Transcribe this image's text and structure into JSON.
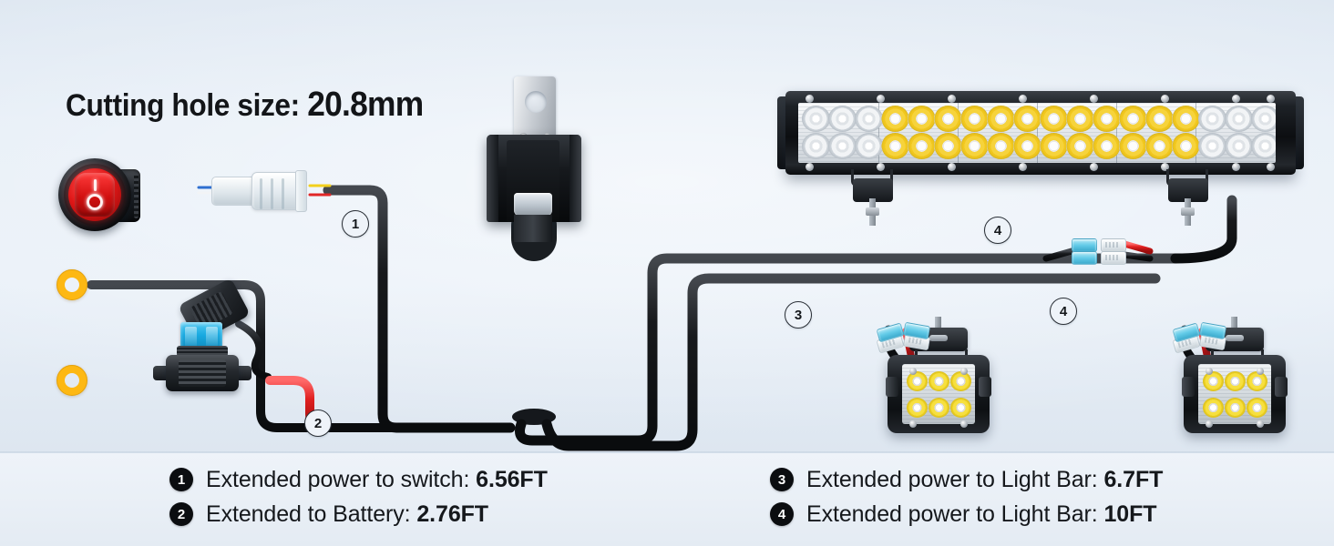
{
  "headline": {
    "label": "Cutting hole size:",
    "value": "20.8mm"
  },
  "legend": {
    "left": [
      {
        "num": "1",
        "text": "Extended power to switch: ",
        "value": "6.56FT"
      },
      {
        "num": "2",
        "text": "Extended to Battery: ",
        "value": "2.76FT"
      }
    ],
    "right": [
      {
        "num": "3",
        "text": "Extended power to Light Bar: ",
        "value": "6.7FT"
      },
      {
        "num": "4",
        "text": "Extended power to Light Bar: ",
        "value": "10FT"
      }
    ]
  },
  "callouts": [
    {
      "num": "1"
    },
    {
      "num": "2"
    },
    {
      "num": "3"
    },
    {
      "num": "4"
    },
    {
      "num": "4"
    }
  ],
  "switch": {
    "on_symbol": "I",
    "off_symbol": "O",
    "face_color": "#e01717",
    "bezel_color": "#16191c"
  },
  "fuse": {
    "blade_color": "#17a9e0",
    "holder_color": "#262a2f"
  },
  "terminals": {
    "ring_color": "#fdb813"
  },
  "wires": {
    "black": "#16181b",
    "red": "#e12626"
  },
  "colors": {
    "background_top": "#dfe8f2",
    "background_bottom": "#e4ebf3",
    "text": "#15181c",
    "badge_fill": "#0b0d10",
    "led_amber": "#f3c91f"
  }
}
